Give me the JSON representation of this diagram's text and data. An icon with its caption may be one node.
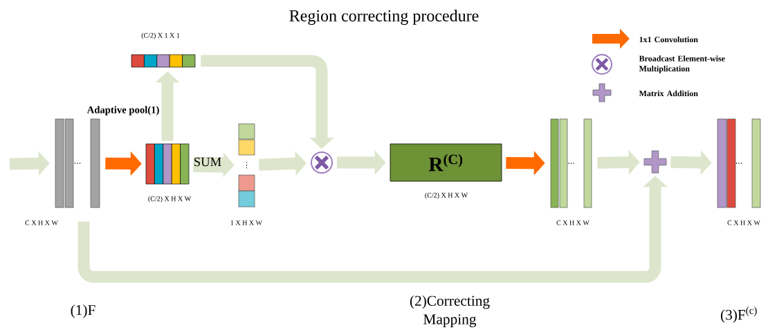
{
  "diagram": {
    "title": "Region correcting procedure",
    "nodes": [
      {
        "text": [
          "…"
        ],
        "beside": [
          "C X H X W"
        ]
      },
      {
        "text": [],
        "shape": "box",
        "beside": [
          "(C/2) X H X W"
        ]
      },
      {
        "text": [],
        "shape": "box",
        "beside": [
          "(C/2) X 1 X 1"
        ]
      },
      {
        "text": [
          "⋮"
        ],
        "beside": [
          "1 X H X W"
        ]
      },
      {
        "text": [],
        "shape": "circle"
      },
      {
        "text": [
          "R$^{(C)}$"
        ],
        "beside": [
          "(C/2) X H X W"
        ]
      },
      {
        "text": [
          "…"
        ],
        "beside": [
          "C X H X W"
        ]
      },
      {
        "text": [],
        "shape": "plus"
      },
      {
        "text": [
          "…"
        ],
        "beside": [
          "C X H X W"
        ]
      }
    ],
    "edges": [
      {
        "from": null,
        "to": 0,
        "arrow": "to"
      },
      {
        "from": 0,
        "to": 1,
        "arrow": "to",
        "color": "#ff6a00"
      },
      {
        "from": 1,
        "to": 2,
        "arrow": "to",
        "label": "Adaptive pool(1)"
      },
      {
        "from": 1,
        "to": 3,
        "arrow": "to",
        "label": "SUM"
      },
      {
        "from": 2,
        "to": 4,
        "arrow": "to"
      },
      {
        "from": 3,
        "to": 4,
        "arrow": "to"
      },
      {
        "from": 4,
        "to": 5,
        "arrow": "to"
      },
      {
        "from": 5,
        "to": 6,
        "arrow": "to",
        "color": "#ff6a00"
      },
      {
        "from": 6,
        "to": 7,
        "arrow": "to"
      },
      {
        "from": 7,
        "to": 8,
        "arrow": "to"
      },
      {
        "from": 0,
        "to": 7,
        "arrow": "to"
      }
    ],
    "labels": [
      "(1)F",
      "(2)Correcting Mapping",
      "(3)F$^{(c)}$"
    ],
    "legend": [
      {
        "text": "1x1 Convolution"
      },
      {
        "text": "Broadcast Element-wise Multiplication"
      },
      {
        "text": "Matrix Addition"
      }
    ]
  }
}
